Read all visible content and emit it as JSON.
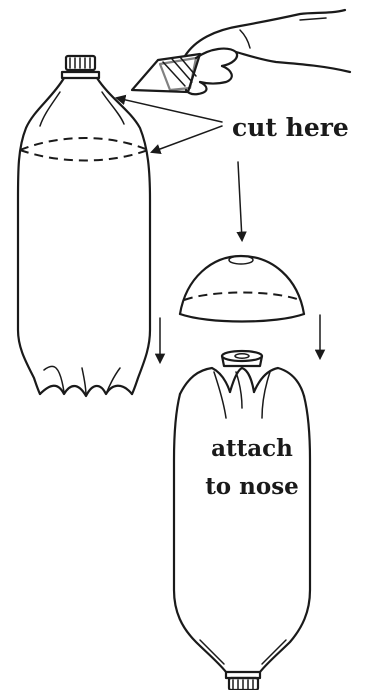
{
  "labels": {
    "cut_here": "cut here",
    "attach_line1": "attach",
    "attach_line2": "to nose"
  },
  "colors": {
    "ink": "#1a1a1a",
    "paper": "#ffffff"
  },
  "icons": [
    "hand-with-knife-icon",
    "bottle-icon",
    "nose-cone-icon",
    "arrow-icon"
  ]
}
